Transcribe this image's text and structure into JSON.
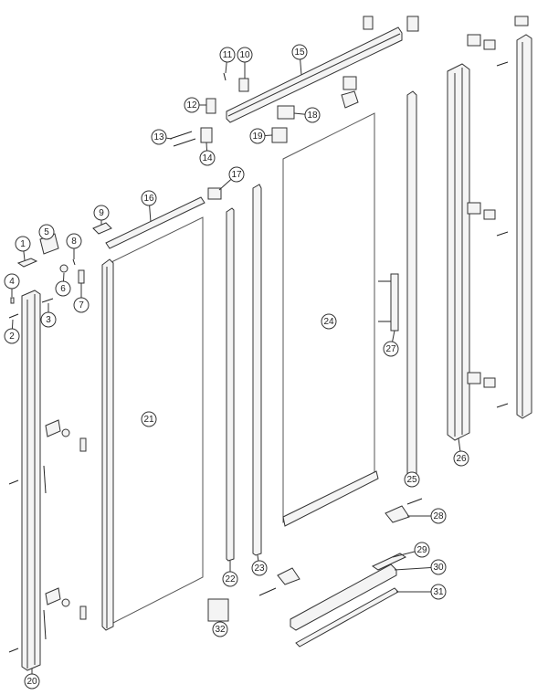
{
  "diagram": {
    "type": "exploded parts diagram",
    "parts": [
      "1",
      "2",
      "3",
      "4",
      "5",
      "6",
      "7",
      "8",
      "9",
      "10",
      "11",
      "12",
      "13",
      "14",
      "15",
      "16",
      "17",
      "18",
      "19",
      "20",
      "21",
      "22",
      "23",
      "24",
      "25",
      "26",
      "27",
      "28",
      "29",
      "30",
      "31",
      "32"
    ]
  }
}
